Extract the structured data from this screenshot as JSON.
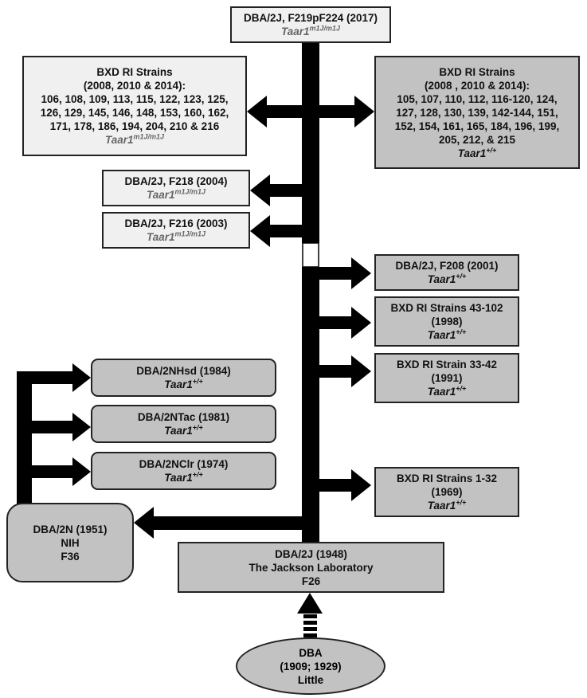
{
  "nodes": {
    "top": {
      "line1": "DBA/2J, F219pF224 (2017)",
      "gene": "Taar1",
      "allele": "m1J/m1J"
    },
    "bxd_left": {
      "line1": "BXD RI Strains",
      "line2": "(2008, 2010 & 2014):",
      "line3": "106, 108, 109, 113, 115, 122, 123, 125,",
      "line4": "126, 129, 145, 146, 148, 153, 160, 162,",
      "line5": "171, 178, 186, 194, 204, 210 & 216",
      "gene": "Taar1",
      "allele": "m1J/m1J"
    },
    "bxd_right": {
      "line1": "BXD RI Strains",
      "line2": "(2008 , 2010 & 2014):",
      "line3": "105, 107, 110, 112, 116-120, 124,",
      "line4": "127, 128, 130, 139, 142-144, 151,",
      "line5": "152, 154, 161, 165, 184, 196, 199,",
      "line6": "205, 212, & 215",
      "gene": "Taar1",
      "allele": "+/+"
    },
    "f218": {
      "line1": "DBA/2J, F218 (2004)",
      "gene": "Taar1",
      "allele": "m1J/m1J"
    },
    "f216": {
      "line1": "DBA/2J, F216 (2003)",
      "gene": "Taar1",
      "allele": "m1J/m1J"
    },
    "f208": {
      "line1": "DBA/2J, F208 (2001)",
      "gene": "Taar1",
      "allele": "+/+"
    },
    "bxd_43_102": {
      "line1": "BXD RI Strains 43-102",
      "line2": "(1998)",
      "gene": "Taar1",
      "allele": "+/+"
    },
    "bxd_33_42": {
      "line1": "BXD RI Strain 33-42",
      "line2": "(1991)",
      "gene": "Taar1",
      "allele": "+/+"
    },
    "bxd_1_32": {
      "line1": "BXD RI Strains 1-32",
      "line2": "(1969)",
      "gene": "Taar1",
      "allele": "+/+"
    },
    "nhsd": {
      "line1": "DBA/2NHsd (1984)",
      "gene": "Taar1",
      "allele": "+/+"
    },
    "ntac": {
      "line1": "DBA/2NTac (1981)",
      "gene": "Taar1",
      "allele": "+/+"
    },
    "nclr": {
      "line1": "DBA/2NClr (1974)",
      "gene": "Taar1",
      "allele": "+/+"
    },
    "dba2n": {
      "line1": "DBA/2N (1951)",
      "line2": "NIH",
      "line3": "F36"
    },
    "dba2j": {
      "line1": "DBA/2J (1948)",
      "line2": "The Jackson Laboratory",
      "line3": "F26"
    },
    "dba": {
      "line1": "DBA",
      "line2": "(1909; 1929)",
      "line3": "Little"
    }
  },
  "colors": {
    "light_fill": "#f0f0f0",
    "gray_fill": "#c2c2c2",
    "line": "#000000"
  }
}
